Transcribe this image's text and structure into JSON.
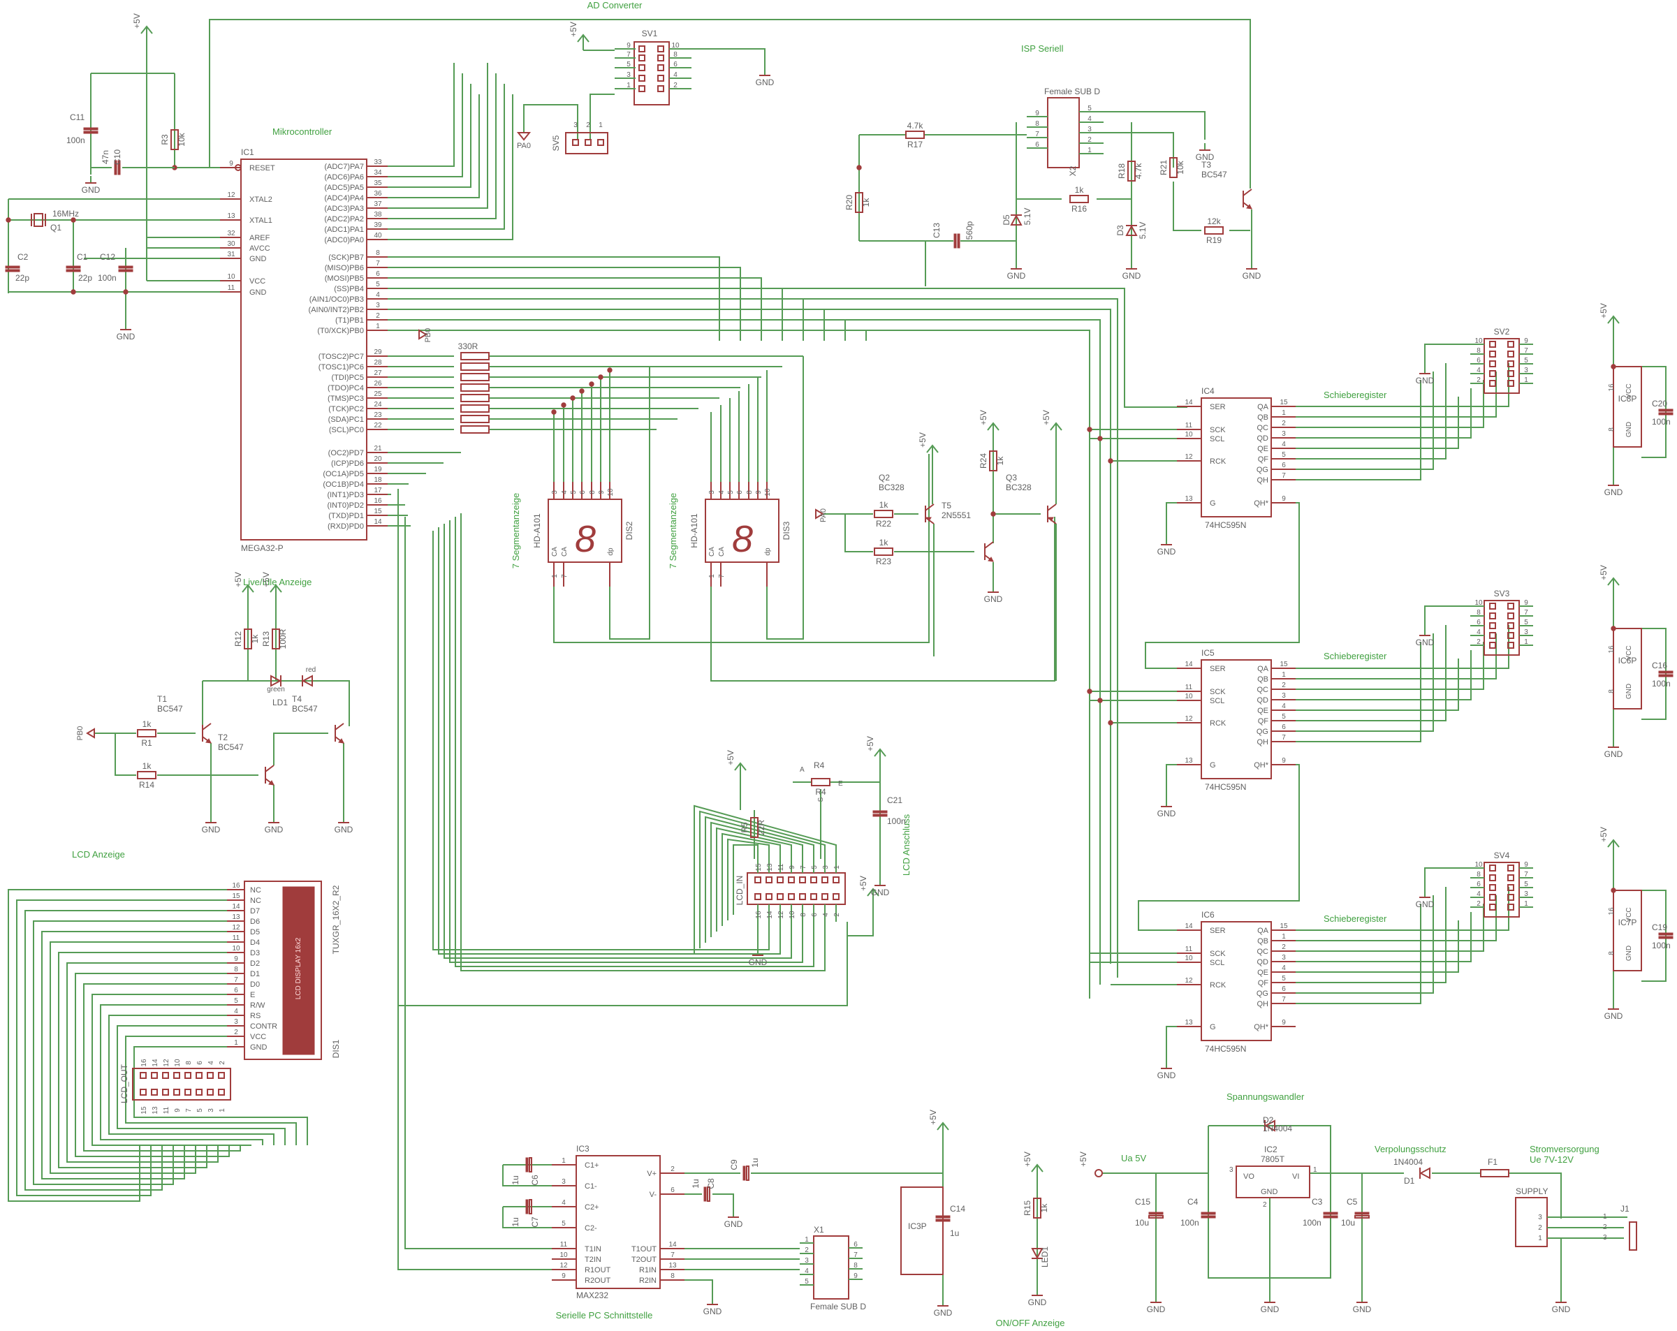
{
  "titles": {
    "ad": "AD Converter",
    "isp": "ISP Seriell",
    "mcu": "Mikrocontroller",
    "sr": "Schieberegister",
    "seg": "7 Segmentanzeige",
    "live": "Live/Idle Anzeige",
    "lcd": "LCD Anzeige",
    "lcdcon": "LCD Anschluss",
    "spw": "Spannungswandler",
    "verp": "Verpolungsschutz",
    "strom": "Stromversorgung",
    "ue": "Ue 7V-12V",
    "ua": "Ua 5V",
    "ser": "Serielle PC Schnittstelle",
    "onoff": "ON/OFF Anzeige"
  },
  "net": {
    "vcc": "+5V",
    "gnd": "GND",
    "pa0": "PA0",
    "pb0": "PB0"
  },
  "ic1": {
    "name": "IC1",
    "part": "MEGA32-P",
    "left": [
      {
        "n": "RESET",
        "p": "9"
      },
      {
        "n": "XTAL2",
        "p": "12"
      },
      {
        "n": "XTAL1",
        "p": "13"
      },
      {
        "n": "AREF",
        "p": "32"
      },
      {
        "n": "AVCC",
        "p": "30"
      },
      {
        "n": "GND",
        "p": "31"
      },
      {
        "n": "VCC",
        "p": "10"
      },
      {
        "n": "GND",
        "p": "11"
      }
    ],
    "right": [
      {
        "n": "(ADC7)PA7",
        "p": "33"
      },
      {
        "n": "(ADC6)PA6",
        "p": "34"
      },
      {
        "n": "(ADC5)PA5",
        "p": "35"
      },
      {
        "n": "(ADC4)PA4",
        "p": "36"
      },
      {
        "n": "(ADC3)PA3",
        "p": "37"
      },
      {
        "n": "(ADC2)PA2",
        "p": "38"
      },
      {
        "n": "(ADC1)PA1",
        "p": "39"
      },
      {
        "n": "(ADC0)PA0",
        "p": "40"
      },
      {
        "n": "(SCK)PB7",
        "p": "8"
      },
      {
        "n": "(MISO)PB6",
        "p": "7"
      },
      {
        "n": "(MOSI)PB5",
        "p": "6"
      },
      {
        "n": "(SS)PB4",
        "p": "5"
      },
      {
        "n": "(AIN1/OC0)PB3",
        "p": "4"
      },
      {
        "n": "(AIN0/INT2)PB2",
        "p": "3"
      },
      {
        "n": "(T1)PB1",
        "p": "2"
      },
      {
        "n": "(T0/XCK)PB0",
        "p": "1"
      },
      {
        "n": "(TOSC2)PC7",
        "p": "29"
      },
      {
        "n": "(TOSC1)PC6",
        "p": "28"
      },
      {
        "n": "(TDI)PC5",
        "p": "27"
      },
      {
        "n": "(TDO)PC4",
        "p": "26"
      },
      {
        "n": "(TMS)PC3",
        "p": "25"
      },
      {
        "n": "(TCK)PC2",
        "p": "24"
      },
      {
        "n": "(SDA)PC1",
        "p": "23"
      },
      {
        "n": "(SCL)PC0",
        "p": "22"
      },
      {
        "n": "(OC2)PD7",
        "p": "21"
      },
      {
        "n": "(ICP)PD6",
        "p": "20"
      },
      {
        "n": "(OC1A)PD5",
        "p": "19"
      },
      {
        "n": "(OC1B)PD4",
        "p": "18"
      },
      {
        "n": "(INT1)PD3",
        "p": "17"
      },
      {
        "n": "(INT0)PD2",
        "p": "16"
      },
      {
        "n": "(TXD)PD1",
        "p": "15"
      },
      {
        "n": "(RXD)PD0",
        "p": "14"
      }
    ]
  },
  "sr": {
    "part": "74HC595N",
    "left": [
      {
        "n": "SER",
        "p": "14"
      },
      {
        "n": "SCK",
        "p": "11"
      },
      {
        "n": "SCL",
        "p": "10"
      },
      {
        "n": "RCK",
        "p": "12"
      },
      {
        "n": "G",
        "p": "13"
      }
    ],
    "right": [
      {
        "n": "QA",
        "p": "15"
      },
      {
        "n": "QB",
        "p": "1"
      },
      {
        "n": "QC",
        "p": "2"
      },
      {
        "n": "QD",
        "p": "3"
      },
      {
        "n": "QE",
        "p": "4"
      },
      {
        "n": "QF",
        "p": "5"
      },
      {
        "n": "QG",
        "p": "6"
      },
      {
        "n": "QH",
        "p": "7"
      },
      {
        "n": "QH*",
        "p": "9"
      }
    ],
    "hdr_pins": [
      "10",
      "9",
      "8",
      "7",
      "6",
      "5",
      "4",
      "3",
      "2",
      "1"
    ],
    "ics": [
      {
        "name": "IC4",
        "hdr": "SV2",
        "pwr": "IC8P",
        "cap": "C20",
        "val": "100n",
        "vcc": "16",
        "gnd": "8"
      },
      {
        "name": "IC5",
        "hdr": "SV3",
        "pwr": "IC6P",
        "cap": "C16",
        "val": "100n",
        "vcc": "16",
        "gnd": "8"
      },
      {
        "name": "IC6",
        "hdr": "SV4",
        "pwr": "IC7P",
        "cap": "C19",
        "val": "100n",
        "vcc": "16",
        "gnd": "8"
      }
    ]
  },
  "parts": {
    "sv1": "SV1",
    "sv5": "SV5",
    "sv5p": [
      "3",
      "2",
      "1"
    ],
    "sv1pins": [
      "9",
      "10",
      "7",
      "8",
      "5",
      "6",
      "3",
      "4",
      "1",
      "2"
    ],
    "c11": "C11",
    "c11v": "100n",
    "c10": "C10",
    "c10v": "47n",
    "r3": "R3",
    "r3v": "10k",
    "q1": "Q1",
    "q1v": "16MHz",
    "c2": "C2",
    "c2v": "22p",
    "c1": "C1",
    "c1v": "22p",
    "c12": "C12",
    "c12v": "100n",
    "x2": "X2",
    "x2t": "Female SUB D",
    "x2p": [
      "5",
      "9",
      "4",
      "8",
      "3",
      "7",
      "2",
      "6",
      "1"
    ],
    "r17": "R17",
    "r17v": "4.7k",
    "r20": "R20",
    "r20v": "1k",
    "c13": "C13",
    "c13v": "560p",
    "d5": "D5",
    "d5v": "5.1V",
    "r16": "R16",
    "r16v": "1k",
    "r18": "R18",
    "r18v": "4.7k",
    "d3": "D3",
    "d3v": "5.1V",
    "r21": "R21",
    "r21v": "10k",
    "t3": "T3",
    "t3v": "BC547",
    "r19": "R19",
    "r19v": "12k",
    "rn": "330R",
    "dis": "HD-A101",
    "dis2": "DIS2",
    "dis3": "DIS3",
    "dispins": [
      "3",
      "4",
      "5",
      "6",
      "8",
      "9",
      "10",
      "1",
      "7"
    ],
    "digit": "8",
    "ca": "CA",
    "dp": "dp",
    "q2": "Q2",
    "q2v": "BC328",
    "r22": "R22",
    "r22v": "1k",
    "r23": "R23",
    "r23v": "1k",
    "t5": "T5",
    "t5v": "2N5551",
    "r24": "R24",
    "r24v": "1k",
    "q3": "Q3",
    "q3v": "BC328",
    "r12": "R12",
    "r12v": "1k",
    "r13": "R13",
    "r13v": "100R",
    "ld1": "LD1",
    "green": "green",
    "red": "red",
    "t1": "T1",
    "t1v": "BC547",
    "t4": "T4",
    "t4v": "BC547",
    "t2": "T2",
    "t2v": "BC547",
    "r1": "R1",
    "r1v": "1k",
    "r14": "R14",
    "r14v": "1k",
    "r4": "R4",
    "r5": "R5",
    "r5v": "22R",
    "c21": "C21",
    "c21v": "100n",
    "lcdin": "LCD_IN",
    "lcdinTop": [
      "15",
      "13",
      "11",
      "9",
      "7",
      "5",
      "3",
      "1"
    ],
    "lcdinBot": [
      "16",
      "14",
      "12",
      "10",
      "8",
      "6",
      "4",
      "2"
    ],
    "lcdout": "LCD_OUT",
    "lcdoutTop": [
      "16",
      "14",
      "12",
      "10",
      "8",
      "6",
      "4",
      "2"
    ],
    "lcdoutBot": [
      "15",
      "13",
      "11",
      "9",
      "7",
      "5",
      "3",
      "1"
    ],
    "dis1": "DIS1",
    "lcdpart": "TUXGR_16X2_R2",
    "lcdtxt": "LCD DISPLAY 16x2",
    "lcdpins": [
      {
        "n": "NC",
        "p": "16"
      },
      {
        "n": "NC",
        "p": "15"
      },
      {
        "n": "D7",
        "p": "14"
      },
      {
        "n": "D6",
        "p": "13"
      },
      {
        "n": "D5",
        "p": "12"
      },
      {
        "n": "D4",
        "p": "11"
      },
      {
        "n": "D3",
        "p": "10"
      },
      {
        "n": "D2",
        "p": "9"
      },
      {
        "n": "D1",
        "p": "8"
      },
      {
        "n": "D0",
        "p": "7"
      },
      {
        "n": "E",
        "p": "6"
      },
      {
        "n": "R/W",
        "p": "5"
      },
      {
        "n": "RS",
        "p": "4"
      },
      {
        "n": "CONTR",
        "p": "3"
      },
      {
        "n": "VCC",
        "p": "2"
      },
      {
        "n": "GND",
        "p": "1"
      }
    ],
    "ic3": "IC3",
    "max": "MAX232",
    "maxL": [
      {
        "n": "C1+",
        "p": "1"
      },
      {
        "n": "C1-",
        "p": "3"
      },
      {
        "n": "C2+",
        "p": "4"
      },
      {
        "n": "C2-",
        "p": "5"
      },
      {
        "n": "T1IN",
        "p": "11"
      },
      {
        "n": "T2IN",
        "p": "10"
      },
      {
        "n": "R1OUT",
        "p": "12"
      },
      {
        "n": "R2OUT",
        "p": "9"
      }
    ],
    "maxR": [
      {
        "n": "V+",
        "p": "2"
      },
      {
        "n": "V-",
        "p": "6"
      },
      {
        "n": "T1OUT",
        "p": "14"
      },
      {
        "n": "T2OUT",
        "p": "7"
      },
      {
        "n": "R1IN",
        "p": "13"
      },
      {
        "n": "R2IN",
        "p": "8"
      }
    ],
    "c6": "C6",
    "c7": "C7",
    "c8": "C8",
    "c9": "C9",
    "u1": "1u",
    "x1": "X1",
    "x1t": "Female SUB D",
    "x1p": [
      "1",
      "2",
      "3",
      "4",
      "5",
      "6",
      "7",
      "8",
      "9"
    ],
    "ic3p": "IC3P",
    "c14": "C14",
    "c14v": "1u",
    "r15": "R15",
    "r15v": "1k",
    "led1": "LED1",
    "c15": "C15",
    "c15v": "10u",
    "c4": "C4",
    "c4v": "100n",
    "ic2": "IC2",
    "ic2v": "7805T",
    "vo": "VO",
    "vi": "VI",
    "gndp": "GND",
    "p1": "1",
    "p2": "2",
    "p3": "3",
    "d2": "D2",
    "d2v": "1N4004",
    "c3": "C3",
    "c3v": "100n",
    "c5": "C5",
    "c5v": "10u",
    "d1": "D1",
    "d1v": "1N4004",
    "f1": "F1",
    "supply": "SUPPLY",
    "j1": "J1"
  }
}
